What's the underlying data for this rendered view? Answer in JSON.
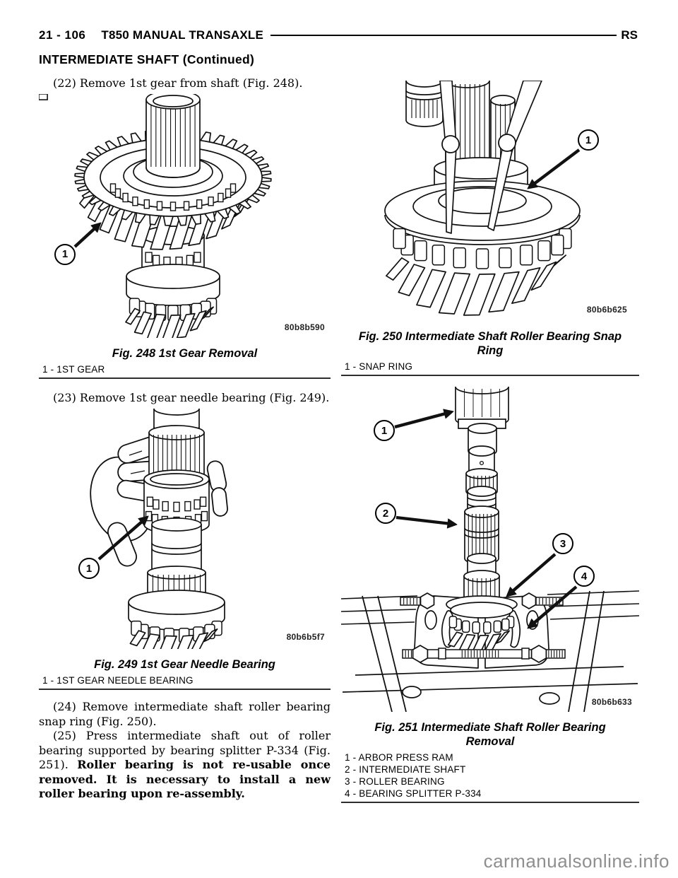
{
  "header": {
    "page_number": "21 - 106",
    "title": "T850 MANUAL TRANSAXLE",
    "right_code": "RS",
    "section": "INTERMEDIATE SHAFT (Continued)"
  },
  "steps": {
    "s22": "(22) Remove 1st gear from shaft (Fig. 248).",
    "s23": "(23) Remove 1st gear needle bearing (Fig. 249).",
    "s24": "(24) Remove intermediate shaft roller bearing snap ring (Fig. 250).",
    "s25": "(25) Press intermediate shaft out of roller bearing supported by bearing splitter P-334 (Fig. 251). ",
    "s25_bold": "Roller bearing is not re-usable once removed. It is necessary to install a new roller bearing upon re-assembly."
  },
  "figures": {
    "fig248": {
      "code": "80b8b590",
      "caption": "Fig. 248 1st Gear Removal",
      "legend": [
        "1 - 1ST GEAR"
      ],
      "callouts": [
        "1"
      ]
    },
    "fig249": {
      "code": "80b6b5f7",
      "caption": "Fig. 249 1st Gear Needle Bearing",
      "legend": [
        "1 - 1ST GEAR NEEDLE BEARING"
      ],
      "callouts": [
        "1"
      ]
    },
    "fig250": {
      "code": "80b6b625",
      "caption": "Fig. 250 Intermediate Shaft Roller Bearing Snap Ring",
      "legend": [
        "1 - SNAP RING"
      ],
      "callouts": [
        "1"
      ]
    },
    "fig251": {
      "code": "80b6b633",
      "caption": "Fig. 251 Intermediate Shaft Roller Bearing Removal",
      "legend": [
        "1 - ARBOR PRESS RAM",
        "2 - INTERMEDIATE SHAFT",
        "3 - ROLLER BEARING",
        "4 - BEARING SPLITTER P-334"
      ],
      "callouts": [
        "1",
        "2",
        "3",
        "4"
      ]
    }
  },
  "watermark": "carmanualsonline.info"
}
